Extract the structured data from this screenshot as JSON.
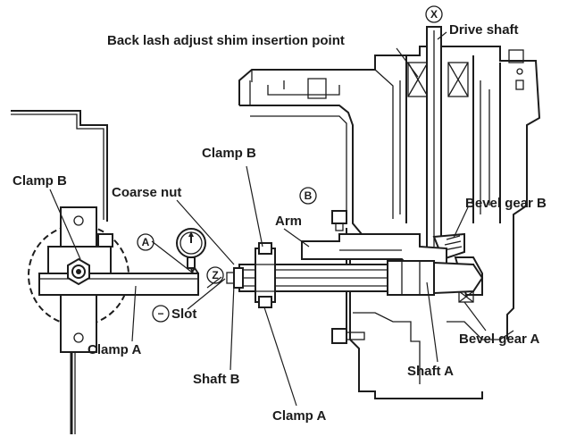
{
  "labels": {
    "backlash": "Back lash adjust shim insertion point",
    "drive_shaft": "Drive shaft",
    "clamp_b_left": "Clamp B",
    "clamp_b_mid": "Clamp B",
    "coarse_nut": "Coarse nut",
    "arm": "Arm",
    "bevel_gear_b": "Bevel gear B",
    "bevel_gear_a": "Bevel gear A",
    "slot": "Slot",
    "clamp_a_left": "Clamp A",
    "shaft_b": "Shaft B",
    "shaft_a": "Shaft A",
    "clamp_a_bottom": "Clamp A"
  },
  "markers": {
    "x": "X",
    "b": "B",
    "a": "A",
    "z": "Z",
    "minus": "−"
  },
  "colors": {
    "ink": "#1c1c1c",
    "paper": "#ffffff"
  },
  "icons": [
    "dial-gauge-icon"
  ]
}
